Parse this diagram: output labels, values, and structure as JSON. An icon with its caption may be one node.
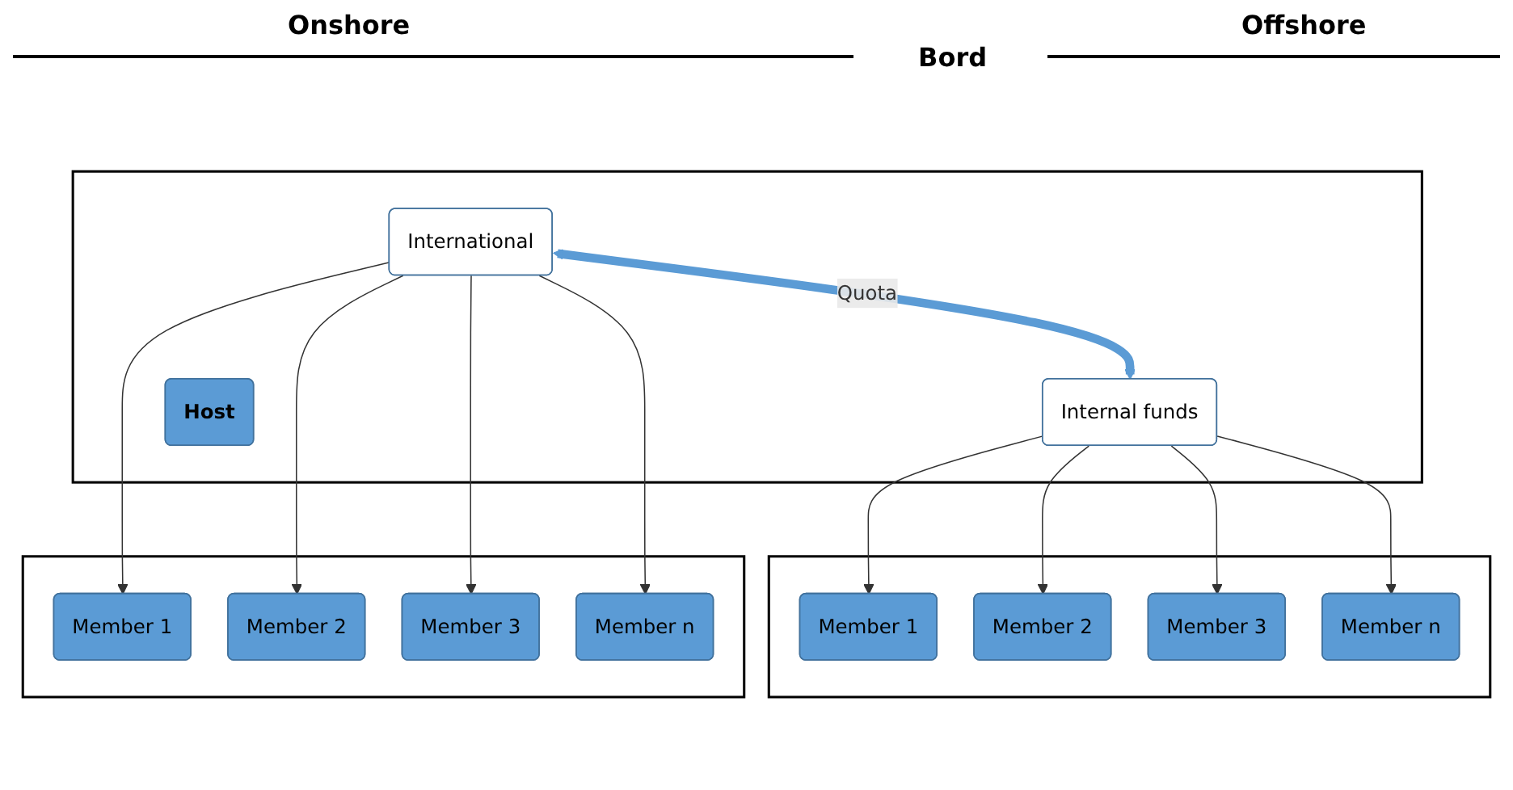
{
  "diagram": {
    "nodes": [
      {
        "text": [],
        "shape": "box"
      },
      {
        "text": [
          "Member 1"
        ],
        "in": 0
      },
      {
        "text": [
          "Member 2"
        ],
        "in": 0
      },
      {
        "text": [
          "Member 3"
        ],
        "in": 0
      },
      {
        "text": [
          "Member n"
        ],
        "in": 0
      },
      {
        "text": [],
        "shape": "box"
      },
      {
        "text": [
          "International"
        ],
        "in": 5
      },
      {
        "text": [
          "Internal funds"
        ],
        "in": 5
      },
      {
        "text": [
          "Host"
        ],
        "in": 5
      },
      {
        "text": [],
        "shape": "box"
      },
      {
        "text": [
          "Member 1"
        ],
        "in": 9
      },
      {
        "text": [
          "Member 2"
        ],
        "in": 9
      },
      {
        "text": [
          "Member 3"
        ],
        "in": 9
      },
      {
        "text": [
          "Member n"
        ],
        "in": 9
      }
    ],
    "edges": [
      {
        "from": 7,
        "to": 1,
        "arrow": "to"
      },
      {
        "from": 7,
        "to": 2,
        "arrow": "to"
      },
      {
        "from": 7,
        "to": 3,
        "arrow": "to"
      },
      {
        "from": 7,
        "to": 4,
        "arrow": "to"
      },
      {
        "from": 6,
        "to": 7,
        "arrow": "both",
        "label": "Quota",
        "style": "thick",
        "color": "#5b9bd5"
      },
      {
        "from": 6,
        "to": 10,
        "arrow": "to"
      },
      {
        "from": 6,
        "to": 11,
        "arrow": "to"
      },
      {
        "from": 6,
        "to": 12,
        "arrow": "to"
      },
      {
        "from": 6,
        "to": 13,
        "arrow": "to"
      }
    ],
    "labels": [
      "Onshore",
      "Offshore",
      "Bord"
    ]
  }
}
